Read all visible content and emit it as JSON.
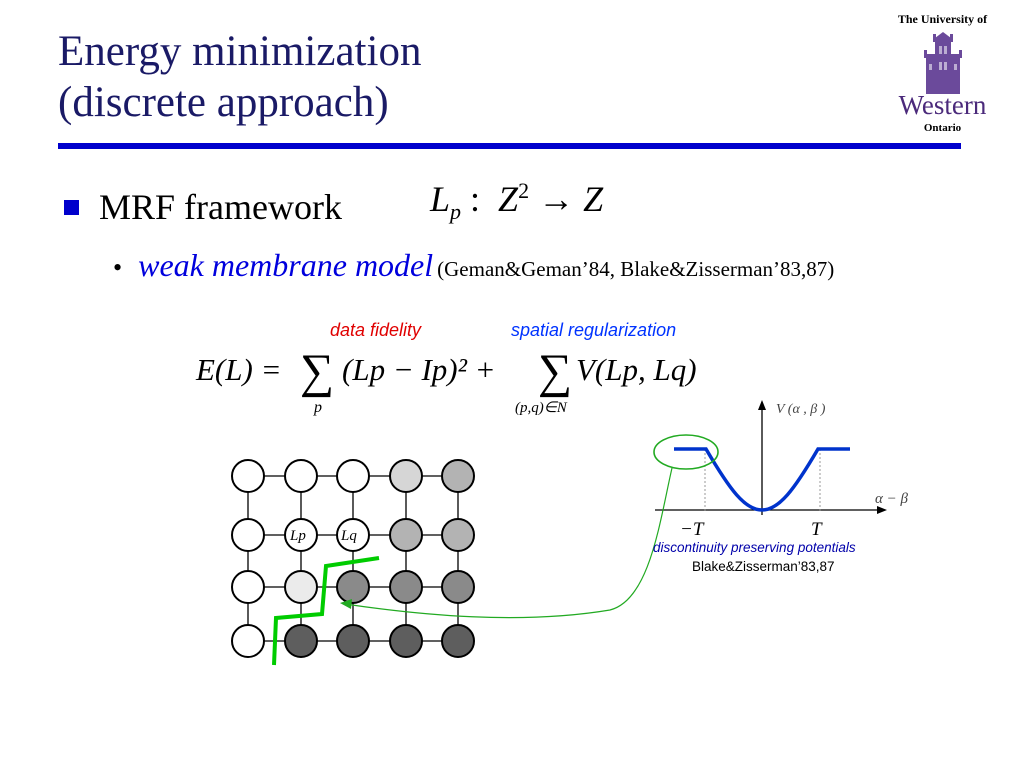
{
  "slide": {
    "title_line1": "Energy minimization",
    "title_line2": "(discrete approach)",
    "logo": {
      "top_text": "The University of",
      "word": "Western",
      "bottom_text": "Ontario",
      "brand_color": "#4b2a7b"
    },
    "accent_color": "#0000cc"
  },
  "bullets": {
    "level1_text": "MRF framework",
    "mapping": {
      "L": "L",
      "p": "p",
      "colon": ":",
      "Z": "Z",
      "exp": "2",
      "arrow": "→",
      "Z2": "Z"
    },
    "level2_dot": "•",
    "level2_main": "weak membrane model",
    "level2_cite": "(Geman&Geman’84, Blake&Zisserman’83,87)"
  },
  "equation": {
    "label_data": "data fidelity",
    "label_spatial": "spatial regularization",
    "lhs": "E(L) =",
    "sum1": "∑",
    "sum1_sub": "p",
    "term1": "(Lp − Ip)² +",
    "sum2": "∑",
    "sum2_sub": "(p,q)∈N",
    "term2": "V(Lp, Lq)"
  },
  "grid": {
    "cell_labels": {
      "lp": "Lp",
      "lq": "Lq"
    },
    "shades": [
      [
        "white",
        "white",
        "white",
        "light",
        "mid"
      ],
      [
        "white",
        "white",
        "white",
        "mid",
        "mid"
      ],
      [
        "white",
        "pale",
        "dark",
        "dark",
        "dark"
      ],
      [
        "white",
        "deep",
        "deep",
        "deep",
        "deep"
      ]
    ],
    "shade_colors": {
      "white": "#ffffff",
      "pale": "#ebebeb",
      "light": "#d6d6d6",
      "mid": "#b3b3b3",
      "dark": "#8a8a8a",
      "deep": "#5e5e5e"
    },
    "boundary_color": "#00cc00"
  },
  "potential_plot": {
    "y_label": "V (α , β )",
    "x_label": "α − β",
    "tick_neg": "−T",
    "tick_pos": "T",
    "curve_color": "#0033cc",
    "highlight_color": "#22aa22",
    "caption1": "discontinuity preserving potentials",
    "caption2": "Blake&Zisserman’83,87"
  }
}
